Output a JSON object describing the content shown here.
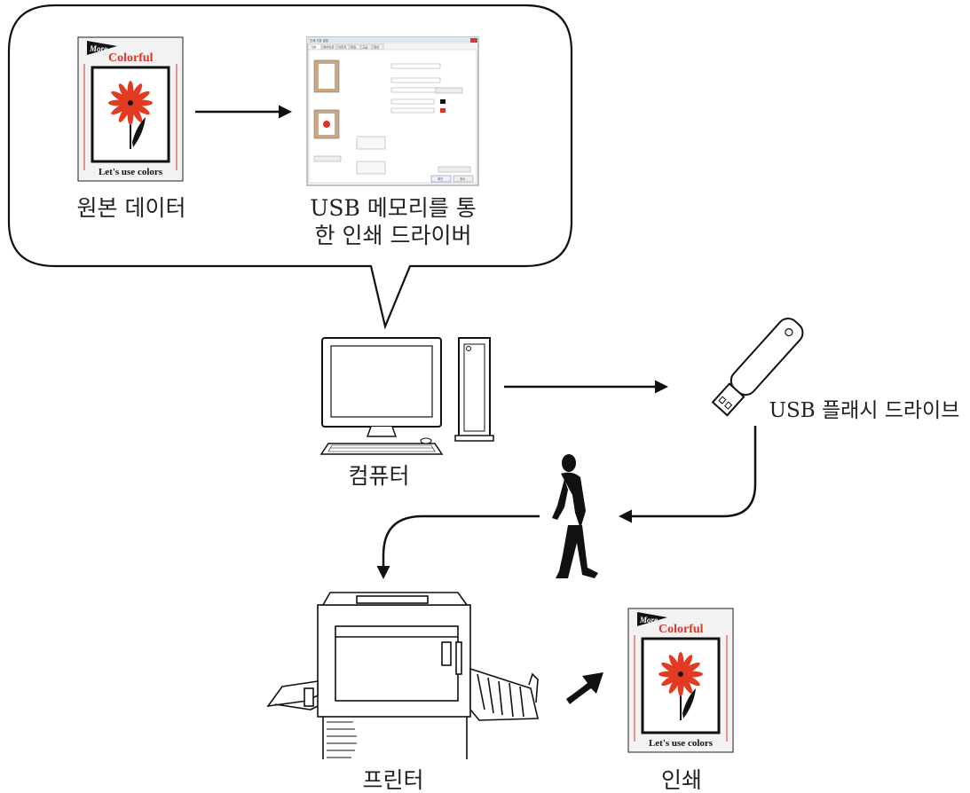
{
  "labels": {
    "original_data": "원본 데이터",
    "driver_line1": "USB 메모리를 통",
    "driver_line2": "한 인쇄 드라이버",
    "computer": "컴퓨터",
    "usb_drive": "USB 플래시 드라이브",
    "printer": "프린터",
    "print": "인쇄"
  },
  "poster": {
    "more": "More",
    "title": "Colorful",
    "footer": "Let's use colors"
  },
  "dialog": {
    "window_title": "인쇄 기본 설정",
    "tabs": [
      "기본",
      "레이아웃",
      "이미지",
      "편집",
      "고급",
      "정보"
    ],
    "ok_label": "확인",
    "cancel_label": "취소"
  },
  "colors": {
    "accent_red": "#d8362a",
    "poster_bg": "#f2f2f2",
    "line": "#111111"
  }
}
